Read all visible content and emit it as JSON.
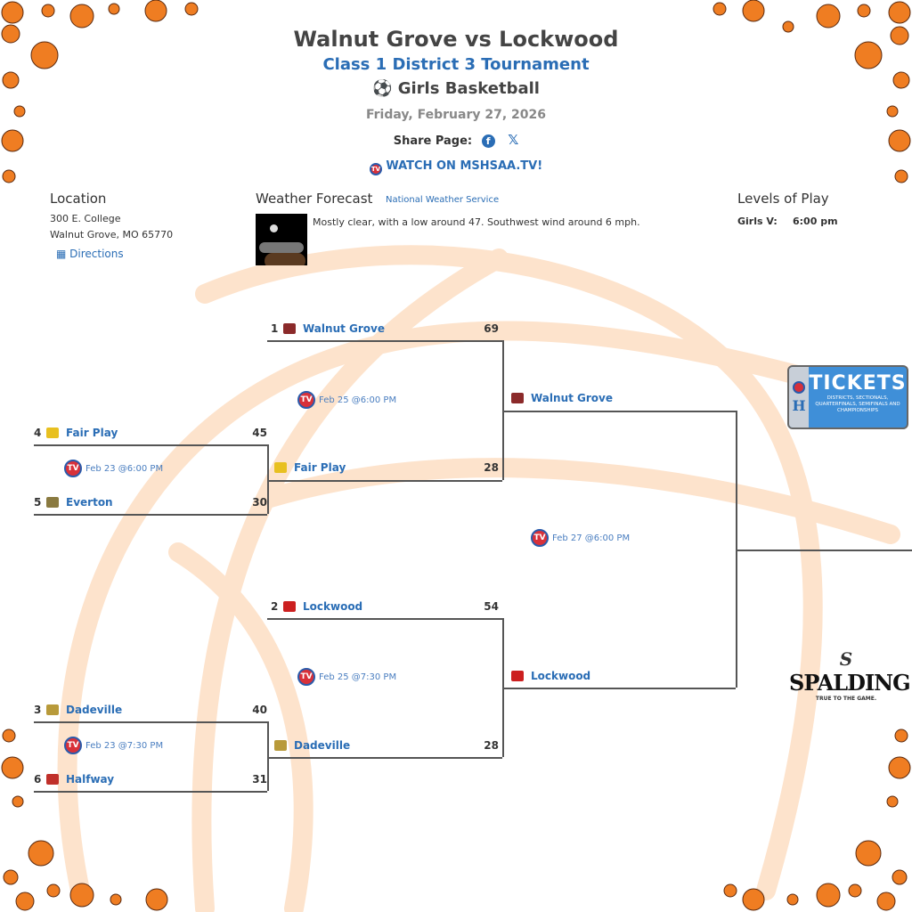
{
  "header": {
    "title": "Walnut Grove vs Lockwood",
    "tournament": "Class 1 District 3 Tournament",
    "sport": "Girls Basketball",
    "date": "Friday, February 27, 2026",
    "share_label": "Share Page:",
    "watch_label": "WATCH ON MSHSAA.TV!"
  },
  "location": {
    "heading": "Location",
    "address1": "300 E. College",
    "address2": "Walnut Grove, MO 65770",
    "directions": "Directions"
  },
  "weather": {
    "heading": "Weather Forecast",
    "source": "National Weather Service",
    "forecast": "Mostly clear, with a low around 47. Southwest wind around 6 mph."
  },
  "levels": {
    "heading": "Levels of Play",
    "level": "Girls V:",
    "time": "6:00 pm"
  },
  "bracket": {
    "slots": [
      {
        "seed": "4",
        "name": "Fair Play",
        "score": "45",
        "logo_color": "#e8c020"
      },
      {
        "seed": "5",
        "name": "Everton",
        "score": "30",
        "logo_color": "#8a7a40"
      },
      {
        "seed": "3",
        "name": "Dadeville",
        "score": "40",
        "logo_color": "#b89a3a"
      },
      {
        "seed": "6",
        "name": "Halfway",
        "score": "31",
        "logo_color": "#c0302a"
      },
      {
        "seed": "1",
        "name": "Walnut Grove",
        "score": "69",
        "logo_color": "#8b2a2a"
      },
      {
        "seed": "",
        "name": "Fair Play",
        "score": "28",
        "logo_color": "#e8c020"
      },
      {
        "seed": "2",
        "name": "Lockwood",
        "score": "54",
        "logo_color": "#cc2020"
      },
      {
        "seed": "",
        "name": "Dadeville",
        "score": "28",
        "logo_color": "#b89a3a"
      },
      {
        "seed": "",
        "name": "Walnut Grove",
        "score": "",
        "logo_color": "#8b2a2a"
      },
      {
        "seed": "",
        "name": "Lockwood",
        "score": "",
        "logo_color": "#cc2020"
      }
    ],
    "games": [
      "Feb 23 @6:00 PM",
      "Feb 23 @7:30 PM",
      "Feb 25 @6:00 PM",
      "Feb 25 @7:30 PM",
      "Feb 27 @6:00 PM"
    ]
  },
  "ads": {
    "tickets_title": "TICKETS",
    "tickets_sub": "DISTRICTS, SECTIONALS, QUARTERFINALS, SEMIFINALS AND CHAMPIONSHIPS",
    "spalding": "SPALDING",
    "spalding_tag": "TRUE TO THE GAME."
  },
  "icons": {
    "share": [
      "facebook-icon",
      "x-icon"
    ],
    "sport": "basketball-icon",
    "tv": "mshsaa-tv-icon"
  },
  "colors": {
    "link": "#2a6db5",
    "text": "#333333",
    "accent": "#e8862a"
  }
}
